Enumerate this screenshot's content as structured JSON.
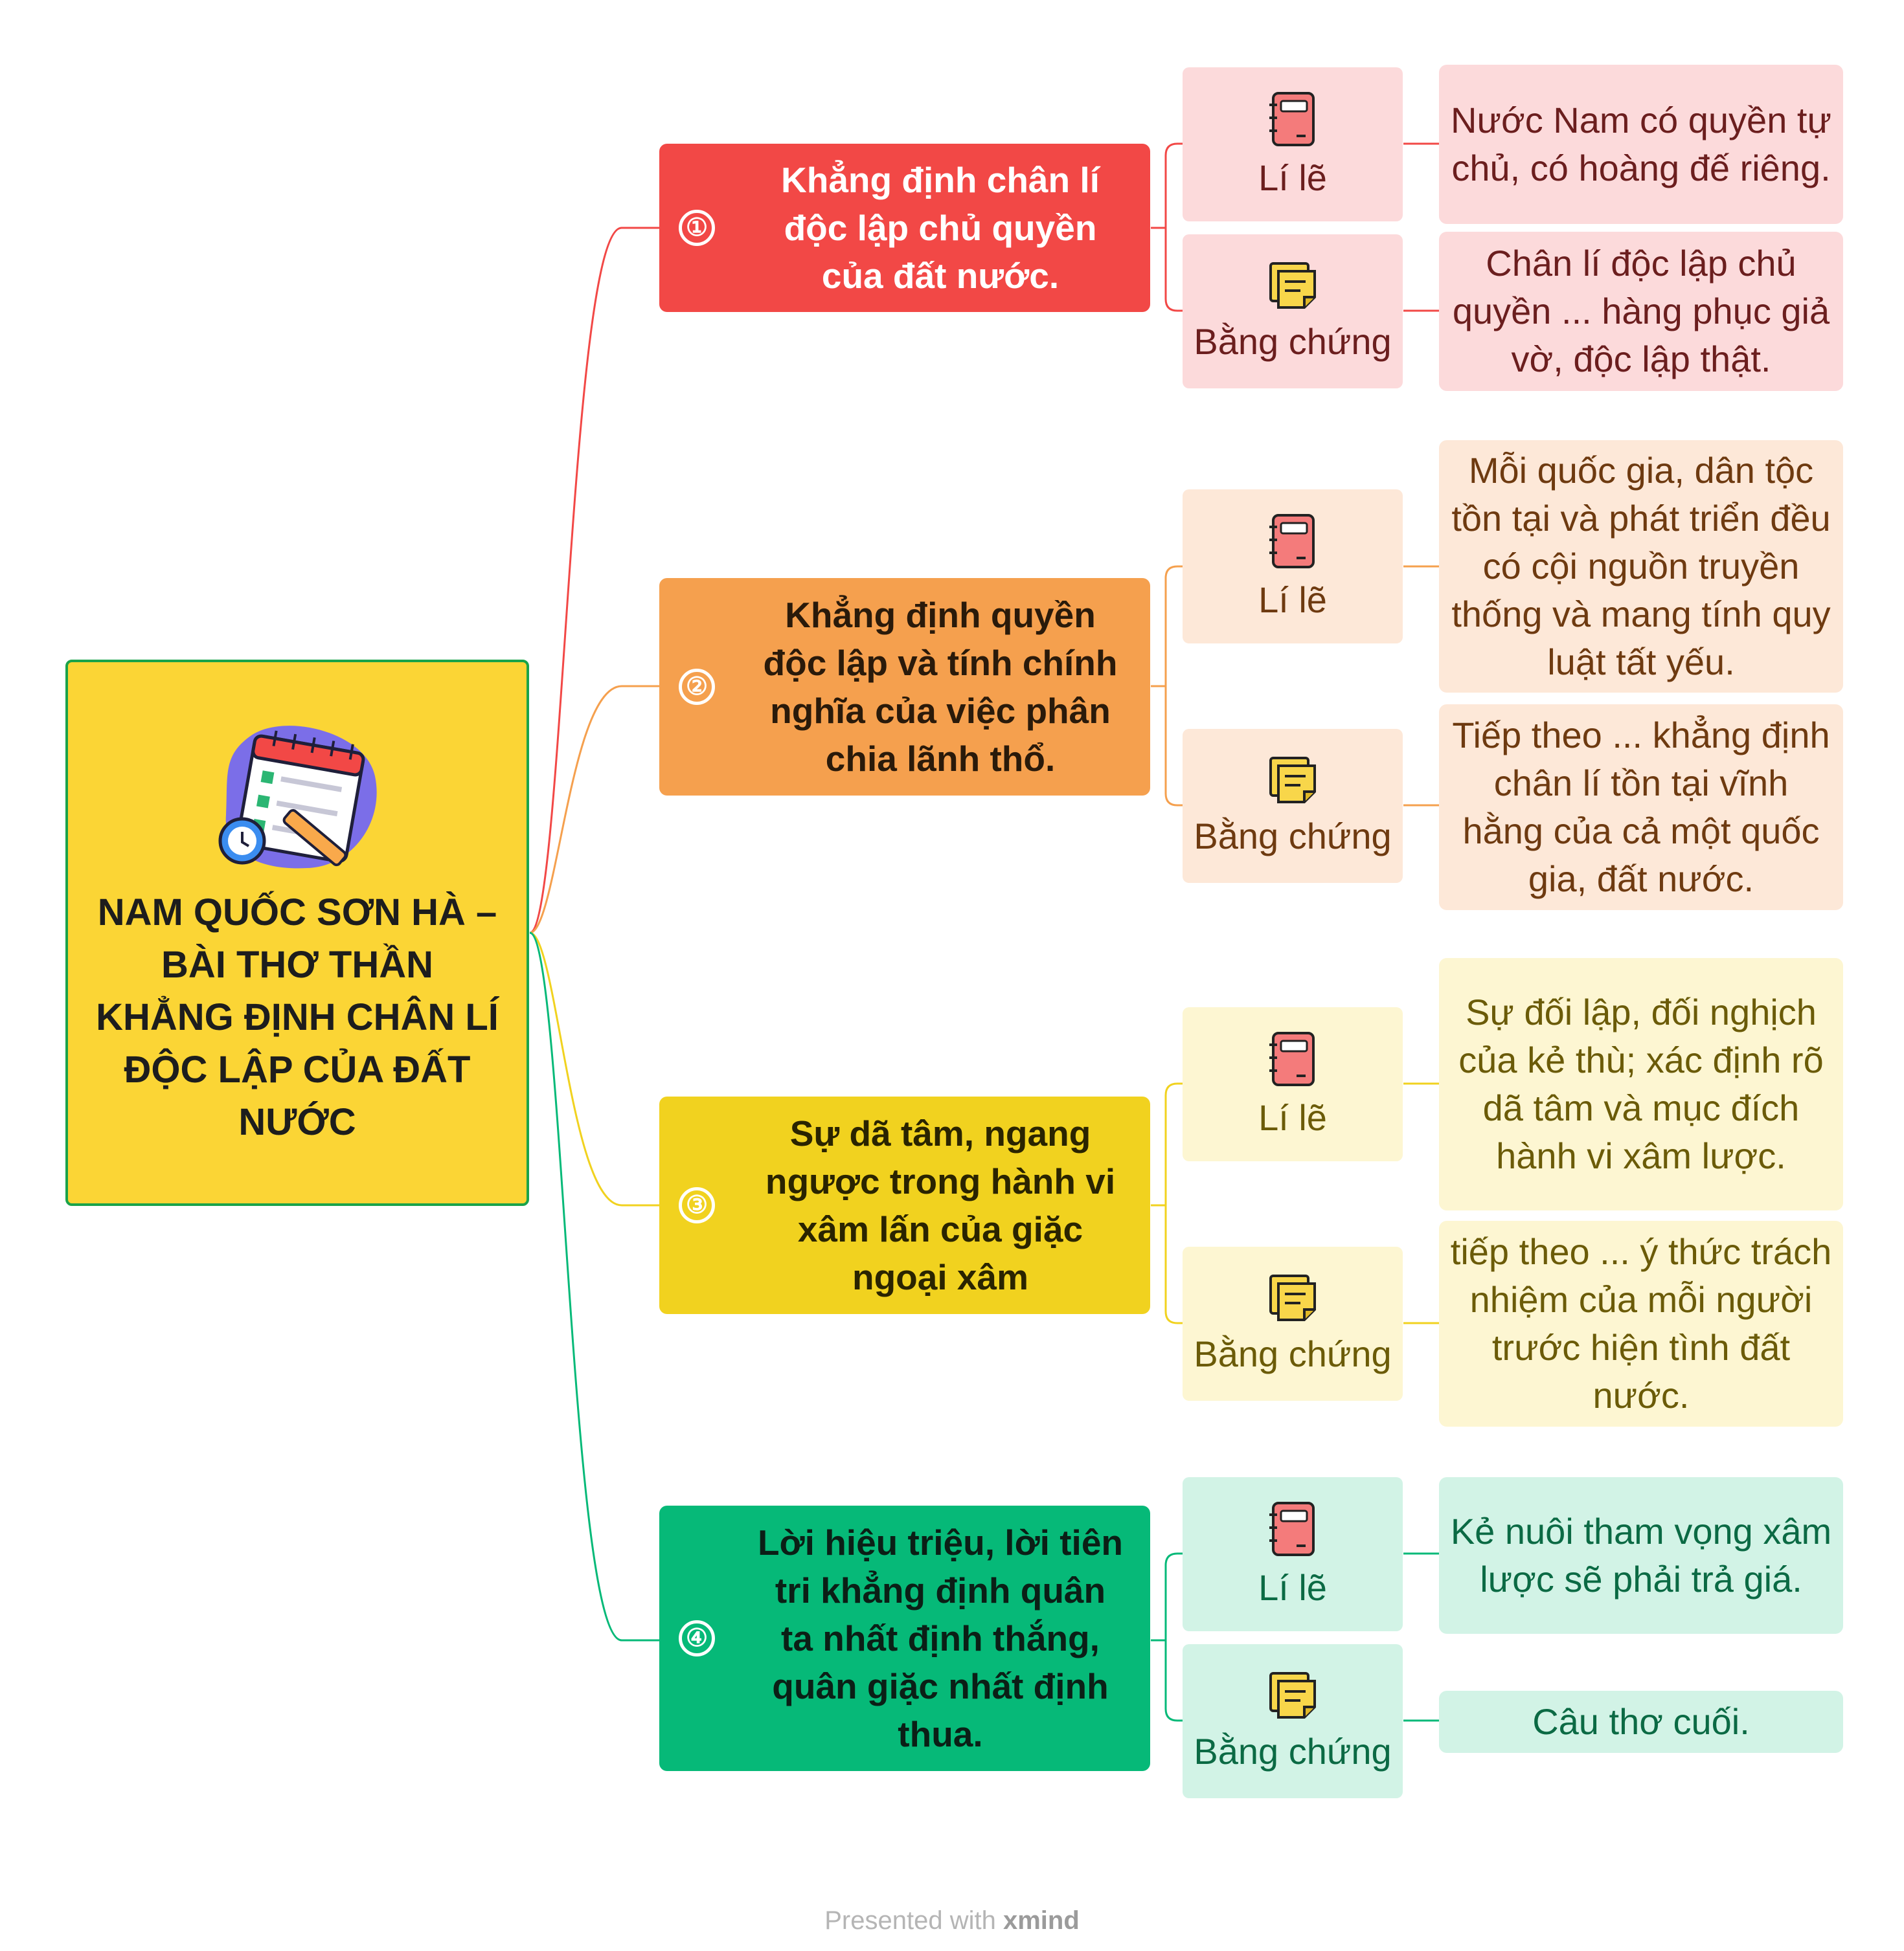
{
  "root": {
    "title": "NAM QUỐC SƠN HÀ – BÀI THƠ THẦN KHẲNG ĐỊNH CHÂN LÍ ĐỘC LẬP CỦA ĐẤT NƯỚC",
    "icon": "calendar-checklist-icon"
  },
  "colors": {
    "root_fill": "#fbd535",
    "root_border": "#1aa34a",
    "branch1": "#f24846",
    "branch2": "#f5a04e",
    "branch3": "#f1d21f",
    "branch4": "#06b978"
  },
  "branches": [
    {
      "number": "①",
      "title": "Khẳng định chân lí độc lập chủ quyền của đất nước.",
      "items": [
        {
          "kind": "Lí lẽ",
          "icon": "notebook-icon",
          "detail": "Nước Nam có quyền tự chủ, có hoàng đế riêng."
        },
        {
          "kind": "Bằng chứng",
          "icon": "sticky-note-icon",
          "detail": "Chân lí độc lập chủ quyền ... hàng phục giả vờ, độc lập thật."
        }
      ]
    },
    {
      "number": "②",
      "title": "Khẳng định quyền độc lập và tính chính nghĩa của việc phân chia lãnh thổ.",
      "items": [
        {
          "kind": "Lí lẽ",
          "icon": "notebook-icon",
          "detail": "Mỗi quốc gia, dân tộc tồn tại và phát triển đều có cội nguồn truyền thống và mang tính quy luật tất yếu."
        },
        {
          "kind": "Bằng chứng",
          "icon": "sticky-note-icon",
          "detail": "Tiếp theo ... khẳng định chân lí tồn tại vĩnh hằng của cả một quốc gia, đất nước."
        }
      ]
    },
    {
      "number": "③",
      "title": "Sự dã tâm, ngang ngược trong hành vi xâm lấn của giặc ngoại xâm",
      "items": [
        {
          "kind": "Lí lẽ",
          "icon": "notebook-icon",
          "detail": "Sự đối lập, đối nghịch của kẻ thù; xác định rõ dã tâm và mục đích hành vi xâm lược."
        },
        {
          "kind": "Bằng chứng",
          "icon": "sticky-note-icon",
          "detail": "tiếp theo ... ý thức trách nhiệm của mỗi người trước hiện tình đất nước."
        }
      ]
    },
    {
      "number": "④",
      "title": "Lời hiệu triệu, lời tiên tri khẳng định quân ta nhất định thắng, quân giặc nhất định thua.",
      "items": [
        {
          "kind": "Lí lẽ",
          "icon": "notebook-icon",
          "detail": "Kẻ nuôi tham vọng xâm lược sẽ phải trả giá."
        },
        {
          "kind": "Bằng chứng",
          "icon": "sticky-note-icon",
          "detail": "Câu thơ cuối."
        }
      ]
    }
  ],
  "footer": {
    "prefix": "Presented with",
    "brand": "xmind"
  }
}
